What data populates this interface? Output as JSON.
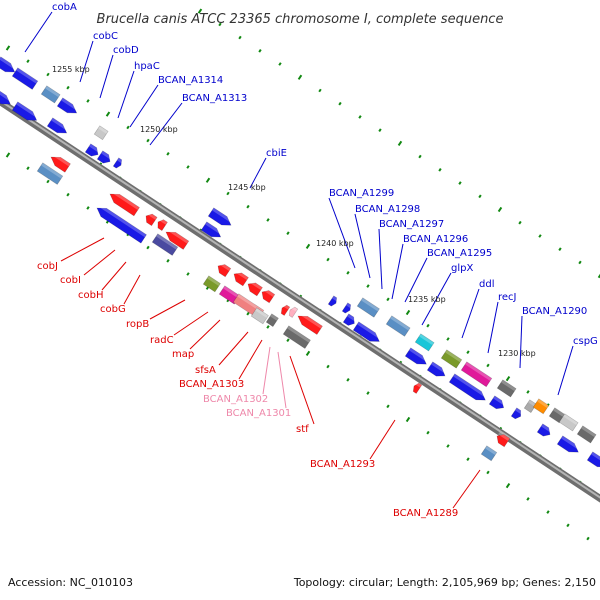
{
  "title": "Brucella canis ATCC 23365 chromosome I, complete sequence",
  "footer": {
    "accession": "Accession: NC_010103",
    "topology": "Topology: circular; Length: 2,105,969 bp; Genes: 2,150"
  },
  "colors": {
    "forward_label": "#0000cc",
    "reverse_label": "#dd0000",
    "pseudo_label": "#ee88aa",
    "backbone": "#8c8c8c",
    "tick": "#118811"
  },
  "scale_labels": [
    "1255 kbp",
    "1250 kbp",
    "1245 kbp",
    "1240 kbp",
    "1235 kbp",
    "1230 kbp"
  ],
  "forward_genes": [
    "cobA",
    "cobC",
    "cobD",
    "hpaC",
    "BCAN_A1314",
    "BCAN_A1313",
    "cbiE",
    "BCAN_A1299",
    "BCAN_A1298",
    "BCAN_A1297",
    "BCAN_A1296",
    "BCAN_A1295",
    "glpX",
    "ddl",
    "recJ",
    "BCAN_A1290",
    "cspG"
  ],
  "reverse_genes": [
    "cobJ",
    "cobI",
    "cobH",
    "cobG",
    "ropB",
    "radC",
    "map",
    "sfsA",
    "BCAN_A1303",
    "BCAN_A1302",
    "BCAN_A1301",
    "stf",
    "BCAN_A1293",
    "BCAN_A1289"
  ]
}
